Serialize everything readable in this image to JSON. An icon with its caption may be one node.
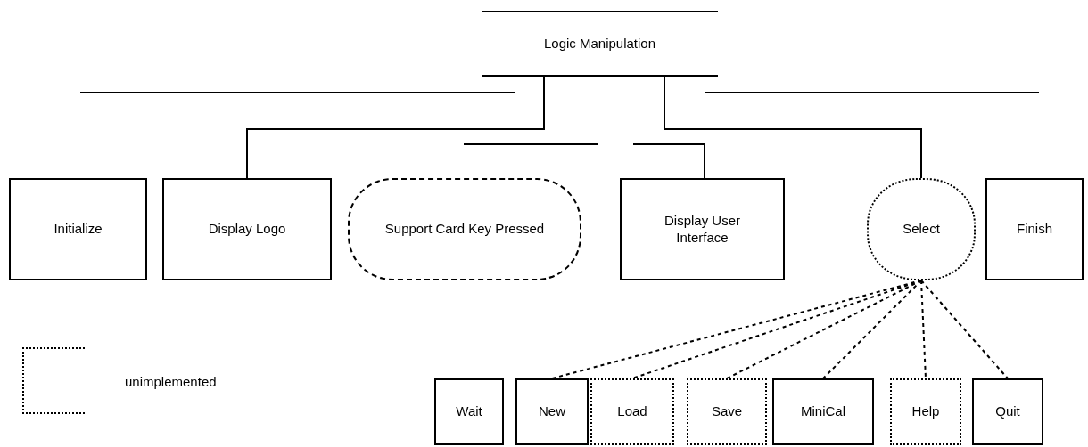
{
  "diagram": {
    "nodes": [
      {
        "text": [
          "Logic Manipulation"
        ]
      },
      {
        "text": [
          "Initialize"
        ]
      },
      {
        "text": [
          "Display Logo"
        ]
      },
      {
        "text": [
          "Support Card Key Pressed"
        ]
      },
      {
        "text": [
          "Display User Interface"
        ]
      },
      {
        "text": [
          "Select"
        ]
      },
      {
        "text": [
          "Finish"
        ]
      },
      {
        "text": [
          "Wait"
        ]
      },
      {
        "text": [
          "New"
        ]
      },
      {
        "text": [
          "Load"
        ]
      },
      {
        "text": [
          "Save"
        ]
      },
      {
        "text": [
          "MiniCal"
        ]
      },
      {
        "text": [
          "Help"
        ]
      },
      {
        "text": [
          "Quit"
        ]
      }
    ],
    "edges": [
      {
        "from": 0,
        "to": 2,
        "arrow": "none"
      },
      {
        "from": 0,
        "to": 5,
        "arrow": "none"
      },
      {
        "from": 5,
        "to": 8,
        "arrow": "none",
        "style": "dashed"
      },
      {
        "from": 5,
        "to": 9,
        "arrow": "none",
        "style": "dashed"
      },
      {
        "from": 5,
        "to": 10,
        "arrow": "none",
        "style": "dashed"
      },
      {
        "from": 5,
        "to": 11,
        "arrow": "none",
        "style": "dashed"
      },
      {
        "from": 5,
        "to": 12,
        "arrow": "none",
        "style": "dashed"
      },
      {
        "from": 5,
        "to": 13,
        "arrow": "none",
        "style": "dashed"
      }
    ],
    "legend": [
      {
        "text": "unimplemented"
      }
    ]
  }
}
